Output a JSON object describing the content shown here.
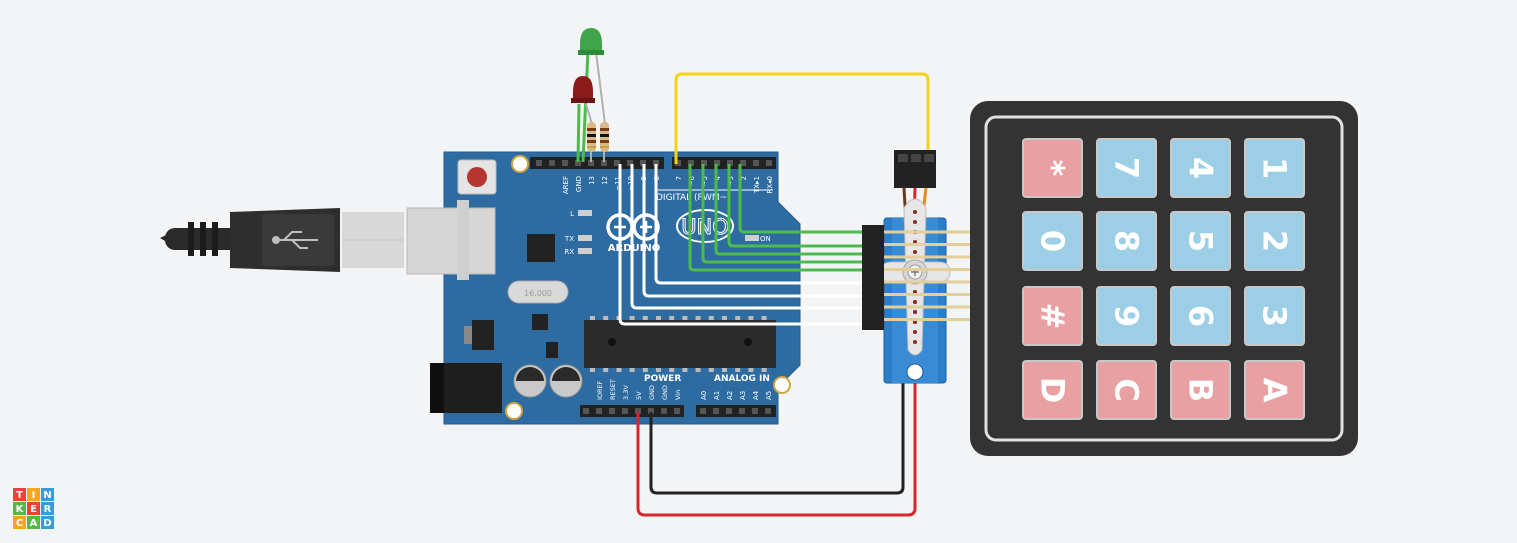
{
  "brand": {
    "logo_letters": [
      "T",
      "I",
      "N",
      "K",
      "E",
      "R",
      "C",
      "A",
      "D"
    ],
    "logo_colors": [
      "#e8433b",
      "#f7a51c",
      "#3b9bd6",
      "#57b847",
      "#e8433b",
      "#3b9bd6",
      "#f7a51c",
      "#57b847",
      "#3b9bd6"
    ]
  },
  "arduino": {
    "brand_text": "ARDUINO",
    "model_text": "UNO",
    "digital_header": "DIGITAL (PWM~)",
    "power_header": "POWER",
    "analog_header": "ANALOG IN",
    "digital_pins": [
      "AREF",
      "GND",
      "13",
      "12",
      "~11",
      "~10",
      "~9",
      "8",
      "7",
      "~6",
      "~5",
      "4",
      "~3",
      "2",
      "TX▸1",
      "RX◂0"
    ],
    "power_pins": [
      "IOREF",
      "RESET",
      "3.3V",
      "5V",
      "GND",
      "GND",
      "Vin"
    ],
    "analog_pins": [
      "A0",
      "A1",
      "A2",
      "A3",
      "A4",
      "A5"
    ],
    "led_labels": [
      "L",
      "TX",
      "RX"
    ],
    "on_label": "ON",
    "crystal_label": "16.000"
  },
  "keypad": {
    "rows": [
      [
        "*",
        "7",
        "4",
        "1"
      ],
      [
        "0",
        "8",
        "5",
        "2"
      ],
      [
        "#",
        "9",
        "6",
        "3"
      ],
      [
        "D",
        "C",
        "B",
        "A"
      ]
    ],
    "key_colors": {
      "red": "#e8a0a2",
      "blue": "#9ccfe6"
    }
  },
  "components": {
    "led_colors": [
      "#3fa44a",
      "#8b1a1a"
    ],
    "wire_colors": {
      "signal_yellow": "#f2d21a",
      "keypad_green": "#4cbb4c",
      "keypad_white": "#ffffff",
      "power_red": "#d9262e",
      "ground_black": "#222222"
    },
    "board_color": "#2d6ba1",
    "servo_color": "#2d7ec9"
  }
}
